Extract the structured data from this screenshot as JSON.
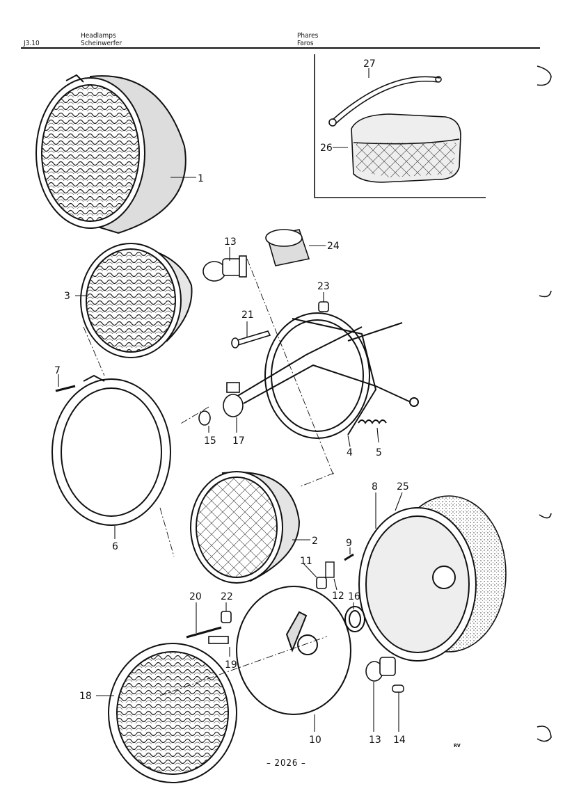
{
  "header": {
    "section_code": "J3.10",
    "title_en": "Headlamps",
    "title_de": "Scheinwerfer",
    "title_fr": "Phares",
    "title_es": "Faros"
  },
  "callouts": [
    {
      "id": "c1",
      "label": "1"
    },
    {
      "id": "c2",
      "label": "2"
    },
    {
      "id": "c3",
      "label": "3"
    },
    {
      "id": "c4",
      "label": "4"
    },
    {
      "id": "c5",
      "label": "5"
    },
    {
      "id": "c6",
      "label": "6"
    },
    {
      "id": "c7",
      "label": "7"
    },
    {
      "id": "c8",
      "label": "8"
    },
    {
      "id": "c9",
      "label": "9"
    },
    {
      "id": "c10",
      "label": "10"
    },
    {
      "id": "c11",
      "label": "11"
    },
    {
      "id": "c12",
      "label": "12"
    },
    {
      "id": "c13a",
      "label": "13"
    },
    {
      "id": "c13b",
      "label": "13"
    },
    {
      "id": "c14",
      "label": "14"
    },
    {
      "id": "c15",
      "label": "15"
    },
    {
      "id": "c16",
      "label": "16"
    },
    {
      "id": "c17",
      "label": "17"
    },
    {
      "id": "c18",
      "label": "18"
    },
    {
      "id": "c19",
      "label": "19"
    },
    {
      "id": "c20",
      "label": "20"
    },
    {
      "id": "c21",
      "label": "21"
    },
    {
      "id": "c22",
      "label": "22"
    },
    {
      "id": "c23",
      "label": "23"
    },
    {
      "id": "c24",
      "label": "24"
    },
    {
      "id": "c25",
      "label": "25"
    },
    {
      "id": "c26",
      "label": "26"
    },
    {
      "id": "c27",
      "label": "27"
    }
  ],
  "footer": {
    "page_number": "– 2026 –",
    "artist_initials": "RV"
  }
}
